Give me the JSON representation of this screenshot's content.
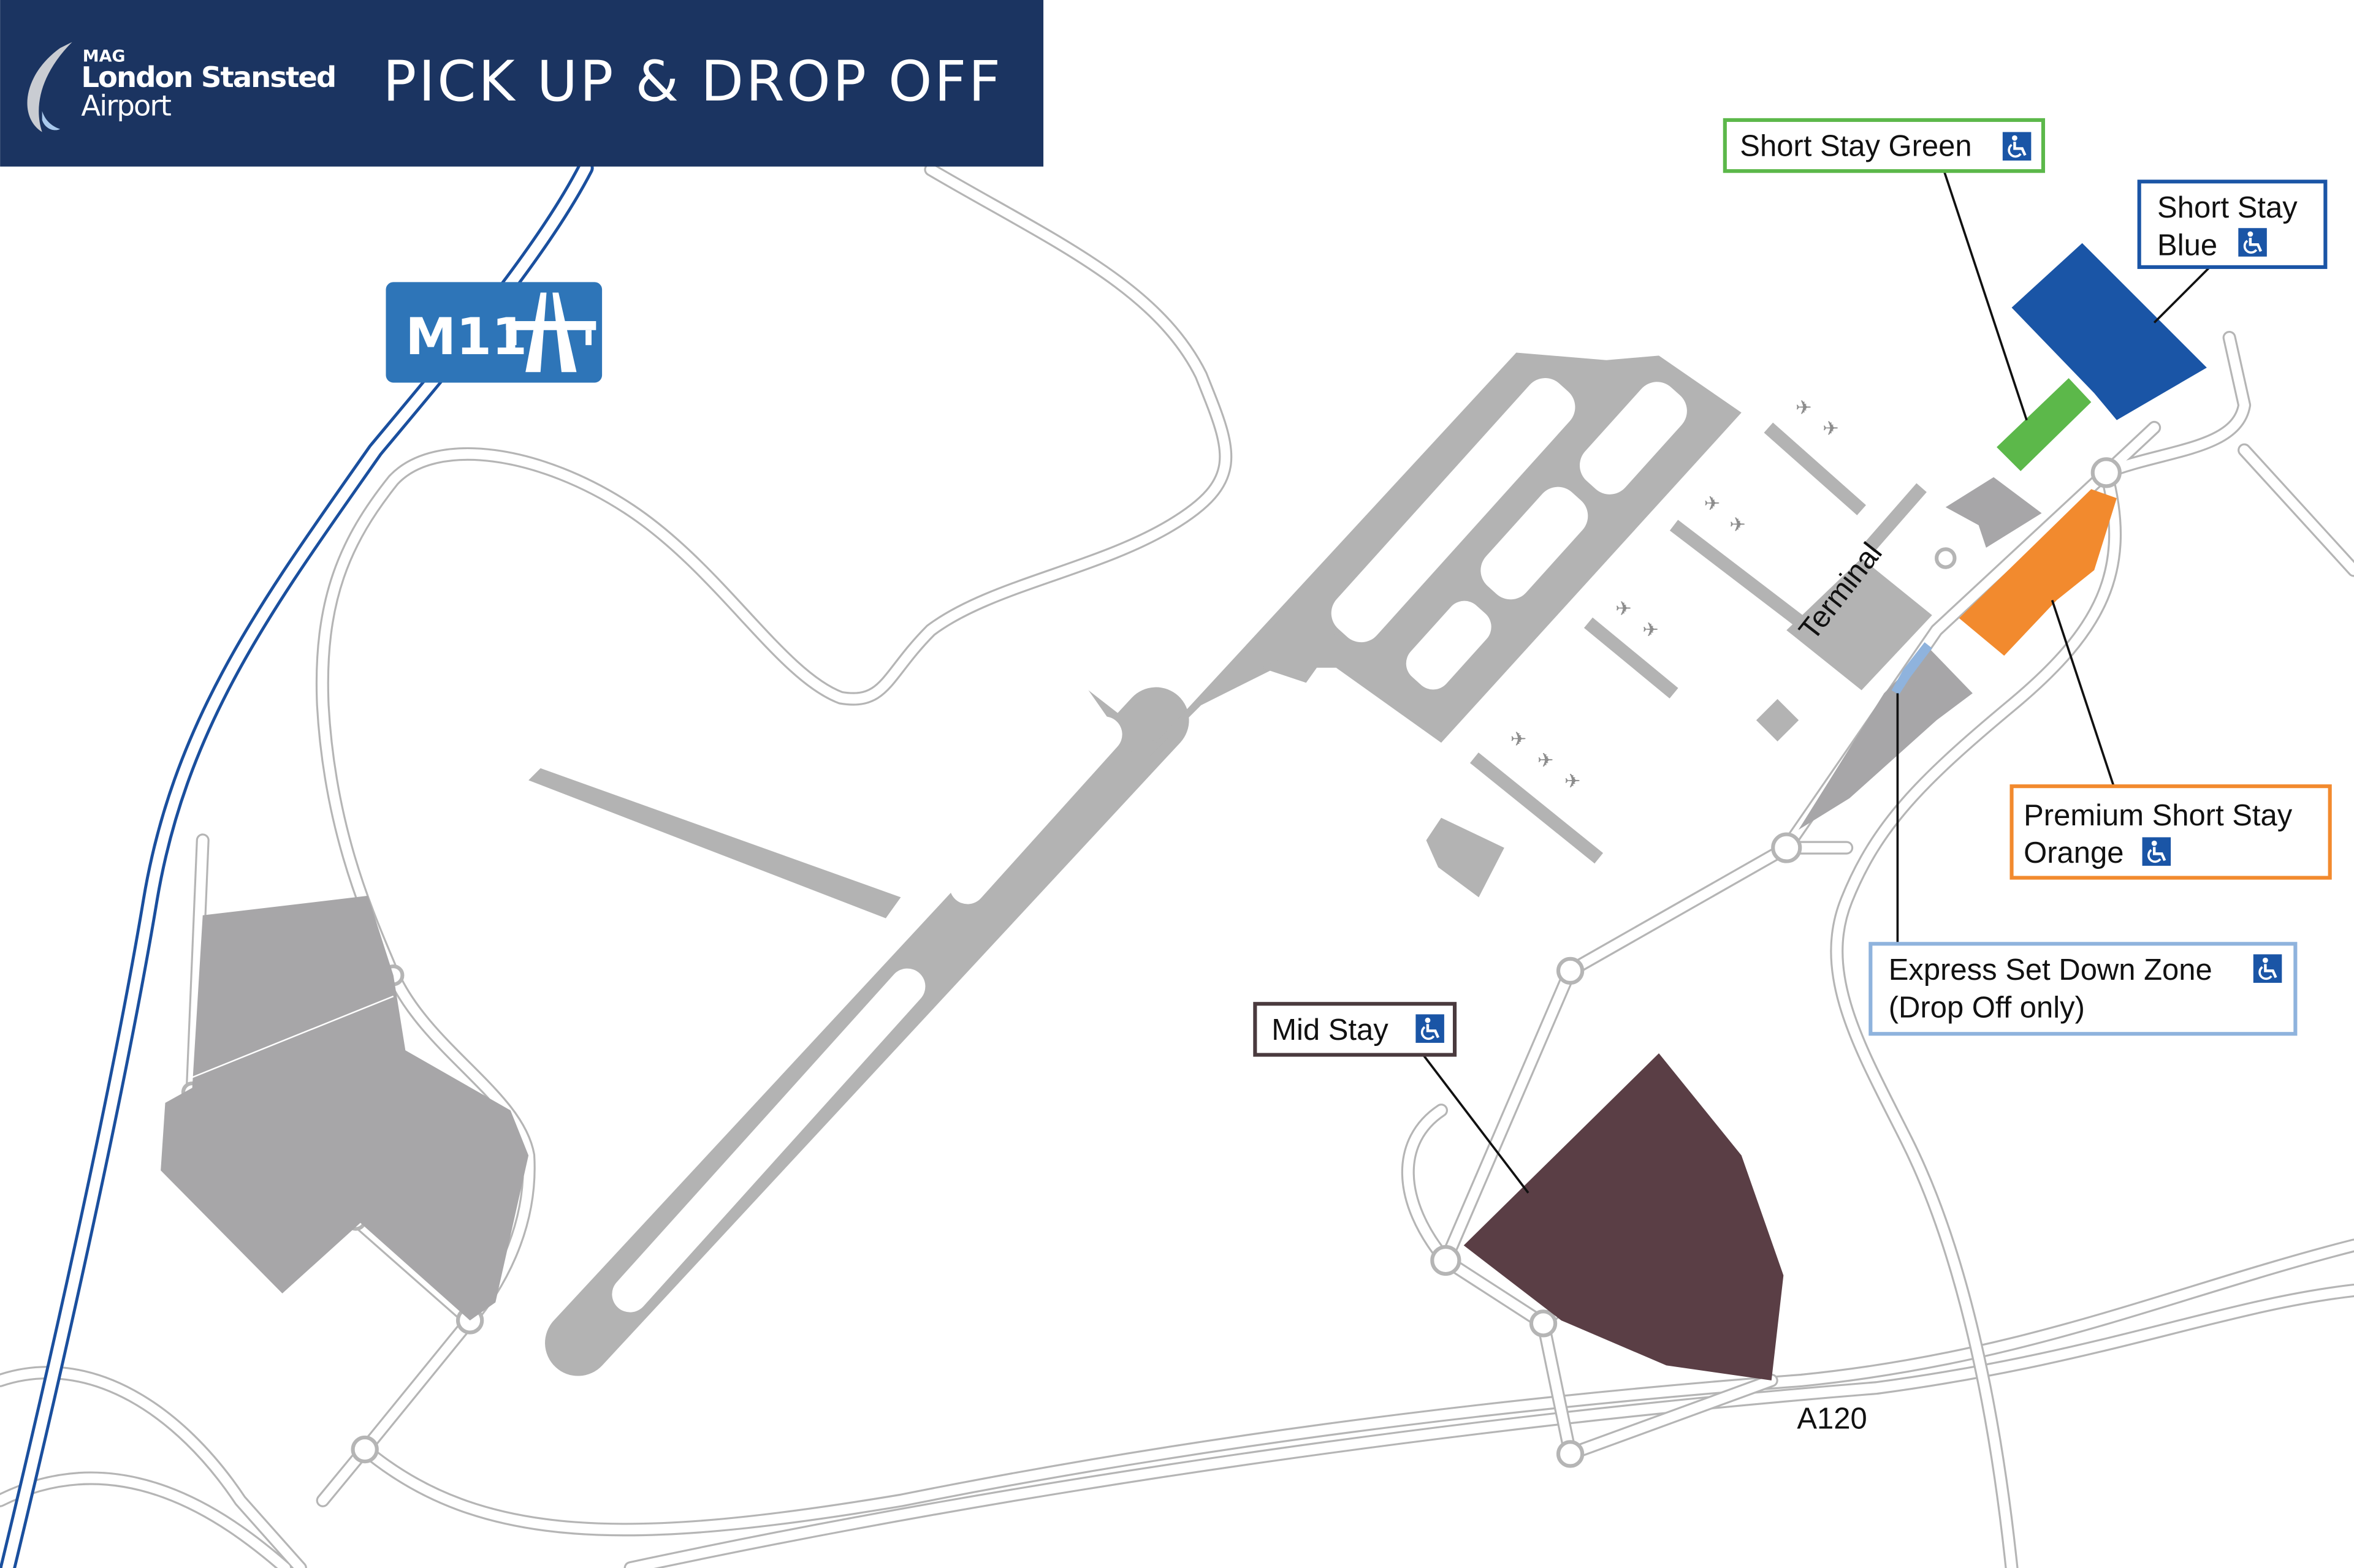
{
  "header": {
    "logo_brand": "MAG",
    "logo_line1": "London Stansted",
    "logo_line2": "Airport",
    "title": "PICK UP & DROP OFF",
    "background": "#1b3461"
  },
  "motorway": {
    "label": "M11",
    "color": "#2e75b8"
  },
  "roads": {
    "a120_label": "A120"
  },
  "terminal": {
    "label": "Terminal"
  },
  "callouts": [
    {
      "label": "Short Stay Green",
      "accessible": true,
      "color": "#5cb84a"
    },
    {
      "label_line1": "Short Stay",
      "label_line2": "Blue",
      "accessible": true,
      "color": "#1a55a6"
    },
    {
      "label_line1": "Premium Short Stay",
      "label_line2": "Orange",
      "accessible": true,
      "color": "#f28a2e"
    },
    {
      "label_line1": "Express Set Down Zone",
      "label_line2": "(Drop Off only)",
      "accessible": true,
      "color": "#8fb3dd"
    },
    {
      "label": "Mid Stay",
      "accessible": true,
      "color": "#5a3e45"
    }
  ],
  "icons": {
    "accessible": "wheelchair-icon",
    "aircraft": "airplane-icon",
    "motorway": "motorway-icon"
  }
}
